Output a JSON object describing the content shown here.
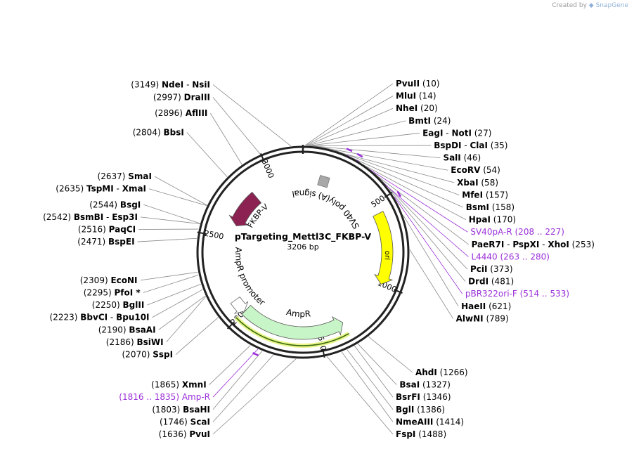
{
  "credit": {
    "prefix": "Created by",
    "brand": "SnapGene"
  },
  "map": {
    "name": "pTargeting_Mettl3C_FKBP-V",
    "size_label": "3206 bp",
    "length": 3206,
    "colors": {
      "text": "#000000",
      "line": "#888888",
      "primer": "#9b30d9",
      "ori": "#ffff00",
      "ampr": "#c8f5c8",
      "fkbp": "#8b2252",
      "sv40": "#a8a8a8",
      "promoter": "#ffffff"
    }
  },
  "ticks": [
    {
      "pos": 500,
      "label": "500"
    },
    {
      "pos": 1000,
      "label": "1000"
    },
    {
      "pos": 1500,
      "label": "1500"
    },
    {
      "pos": 2000,
      "label": "2000"
    },
    {
      "pos": 2500,
      "label": "2500"
    },
    {
      "pos": 3000,
      "label": "3000"
    }
  ],
  "features": [
    {
      "name": "FKBP-V",
      "label": "FKBP-V",
      "start": 2597,
      "end": 2848,
      "dir": -1,
      "type": "cds",
      "color": "#8b2252"
    },
    {
      "name": "SV40 poly(A) signal",
      "label": "SV40 poly(A) signal",
      "start": 130,
      "end": 250,
      "dir": 0,
      "type": "box",
      "color": "#a8a8a8"
    },
    {
      "name": "ori",
      "label": "ori",
      "start": 560,
      "end": 1000,
      "dir": 1,
      "type": "ori",
      "color": "#ffff00"
    },
    {
      "name": "AmpR",
      "label": "AmpR",
      "start": 1340,
      "end": 2000,
      "dir": -1,
      "type": "cds",
      "color": "#c8f5c8"
    },
    {
      "name": "AmpR promoter",
      "label": "AmpR promoter",
      "start": 2002,
      "end": 2090,
      "dir": -1,
      "type": "prom",
      "color": "#ffffff"
    }
  ],
  "sites": [
    {
      "enzyme": "PvuII",
      "position": "(10)",
      "bp": 10
    },
    {
      "enzyme": "MluI",
      "position": "(14)",
      "bp": 14
    },
    {
      "enzyme": "NheI",
      "position": "(20)",
      "bp": 20
    },
    {
      "enzyme": "BmtI",
      "position": "(24)",
      "bp": 24
    },
    {
      "enzyme": "EagI",
      "enzyme2": "NotI",
      "position": "(27)",
      "bp": 27
    },
    {
      "enzyme": "BspDI",
      "enzyme2": "ClaI",
      "position": "(35)",
      "bp": 35
    },
    {
      "enzyme": "SalI",
      "position": "(46)",
      "bp": 46
    },
    {
      "enzyme": "EcoRV",
      "position": "(54)",
      "bp": 54
    },
    {
      "enzyme": "XbaI",
      "position": "(58)",
      "bp": 58
    },
    {
      "enzyme": "MfeI",
      "position": "(157)",
      "bp": 157
    },
    {
      "enzyme": "BsmI",
      "position": "(158)",
      "bp": 158
    },
    {
      "enzyme": "HpaI",
      "position": "(170)",
      "bp": 170
    },
    {
      "enzyme": "PaeR7I",
      "enzyme2": "PspXI",
      "enzyme3": "XhoI",
      "position": "(253)",
      "bp": 253
    },
    {
      "enzyme": "PciI",
      "position": "(373)",
      "bp": 373
    },
    {
      "enzyme": "DrdI",
      "position": "(481)",
      "bp": 481
    },
    {
      "enzyme": "HaeII",
      "position": "(621)",
      "bp": 621
    },
    {
      "enzyme": "AlwNI",
      "position": "(789)",
      "bp": 789
    },
    {
      "enzyme": "AhdI",
      "position": "(1266)",
      "bp": 1266
    },
    {
      "enzyme": "BsaI",
      "position": "(1327)",
      "bp": 1327
    },
    {
      "enzyme": "BsrFI",
      "position": "(1346)",
      "bp": 1346
    },
    {
      "enzyme": "BglI",
      "position": "(1386)",
      "bp": 1386
    },
    {
      "enzyme": "NmeAIII",
      "position": "(1414)",
      "bp": 1414
    },
    {
      "enzyme": "FspI",
      "position": "(1488)",
      "bp": 1488
    },
    {
      "enzyme": "PvuI",
      "position": "(1636)",
      "bp": 1636
    },
    {
      "enzyme": "ScaI",
      "position": "(1746)",
      "bp": 1746
    },
    {
      "enzyme": "BsaHI",
      "position": "(1803)",
      "bp": 1803
    },
    {
      "enzyme": "XmnI",
      "position": "(1865)",
      "bp": 1865
    },
    {
      "enzyme": "SspI",
      "position": "(2070)",
      "bp": 2070
    },
    {
      "enzyme": "BsiWI",
      "position": "(2186)",
      "bp": 2186
    },
    {
      "enzyme": "BsaAI",
      "position": "(2190)",
      "bp": 2190
    },
    {
      "enzyme": "BbvCI",
      "enzyme2": "Bpu10I",
      "position": "(2223)",
      "bp": 2223
    },
    {
      "enzyme": "BglII",
      "position": "(2250)",
      "bp": 2250
    },
    {
      "enzyme": "PfoI *",
      "position": "(2295)",
      "bp": 2295
    },
    {
      "enzyme": "EcoNI",
      "position": "(2309)",
      "bp": 2309
    },
    {
      "enzyme": "BspEI",
      "position": "(2471)",
      "bp": 2471
    },
    {
      "enzyme": "PaqCI",
      "position": "(2516)",
      "bp": 2516
    },
    {
      "enzyme": "BsmBI",
      "enzyme2": "Esp3I",
      "position": "(2542)",
      "bp": 2542
    },
    {
      "enzyme": "BsgI",
      "position": "(2544)",
      "bp": 2544
    },
    {
      "enzyme": "TspMI",
      "enzyme2": "XmaI",
      "position": "(2635)",
      "bp": 2635
    },
    {
      "enzyme": "SmaI",
      "position": "(2637)",
      "bp": 2637
    },
    {
      "enzyme": "BbsI",
      "position": "(2804)",
      "bp": 2804
    },
    {
      "enzyme": "AflIII",
      "position": "(2896)",
      "bp": 2896
    },
    {
      "enzyme": "DraIII",
      "position": "(2997)",
      "bp": 2997
    },
    {
      "enzyme": "NdeI",
      "enzyme2": "NsiI",
      "position": "(3149)",
      "bp": 3149
    }
  ],
  "primers": [
    {
      "name": "SV40pA-R",
      "range": "(208 .. 227)",
      "bp": 217
    },
    {
      "name": "L4440",
      "range": "(263 .. 280)",
      "bp": 271
    },
    {
      "name": "pBR322ori-F",
      "range": "(514 .. 533)",
      "bp": 523
    },
    {
      "name": "Amp-R",
      "range": "(1816 .. 1835)",
      "bp": 1825
    }
  ]
}
